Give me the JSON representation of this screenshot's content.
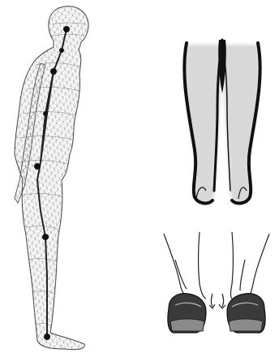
{
  "image": {
    "panels": [
      {
        "name": "wireframe-figure",
        "description_icon": "human-wireframe-side-view"
      },
      {
        "name": "leg-silhouette",
        "description_icon": "legs-rear-view"
      },
      {
        "name": "feet-with-shoes",
        "description_icon": "feet-rear-view"
      }
    ]
  },
  "colors": {
    "background": "#ffffff",
    "wire": "#555555",
    "skeleton": "#222222",
    "silhouette_dark": "#111111",
    "shoe": "#3a3a3a",
    "shoe_sole": "#8a8a8a"
  }
}
